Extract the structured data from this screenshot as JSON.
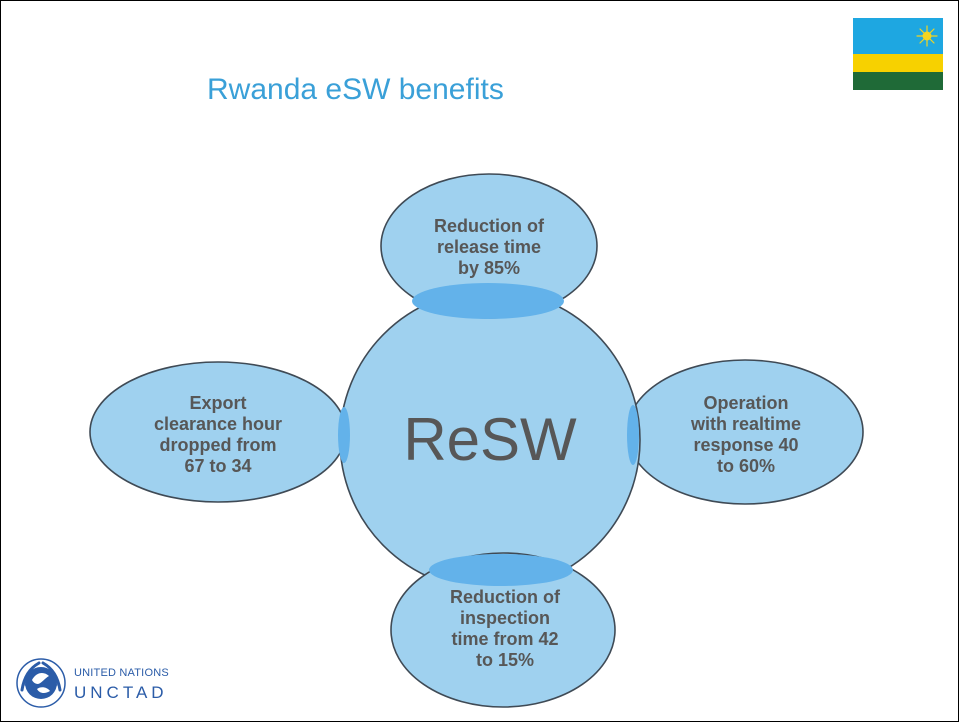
{
  "slide": {
    "title": "Rwanda eSW benefits",
    "title_color": "#3aa0d8"
  },
  "diagram": {
    "fill_color": "#9fd1ef",
    "overlap_color": "#63b2ea",
    "stroke_color": "#3f4a55",
    "text_color": "#575757",
    "center": {
      "label": "ReSW"
    },
    "nodes": {
      "top": {
        "label": "Reduction of\nrelease time\nby 85%"
      },
      "left": {
        "label": "Export\nclearance hour\ndropped from\n67 to 34"
      },
      "right": {
        "label": "Operation\nwith realtime\nresponse 40\nto 60%"
      },
      "bottom": {
        "label": "Reduction of\ninspection\ntime from 42\nto 15%"
      }
    }
  },
  "flag": {
    "icon": "rwanda-flag-icon",
    "colors": {
      "blue": "#1ea7e1",
      "yellow": "#f7d100",
      "green": "#1f6a37",
      "sun": "#f3d420"
    }
  },
  "logo": {
    "icon": "united-nations-emblem-icon",
    "line1": "UNITED NATIONS",
    "line2": "UNCTAD",
    "color": "#2b5ca8"
  }
}
